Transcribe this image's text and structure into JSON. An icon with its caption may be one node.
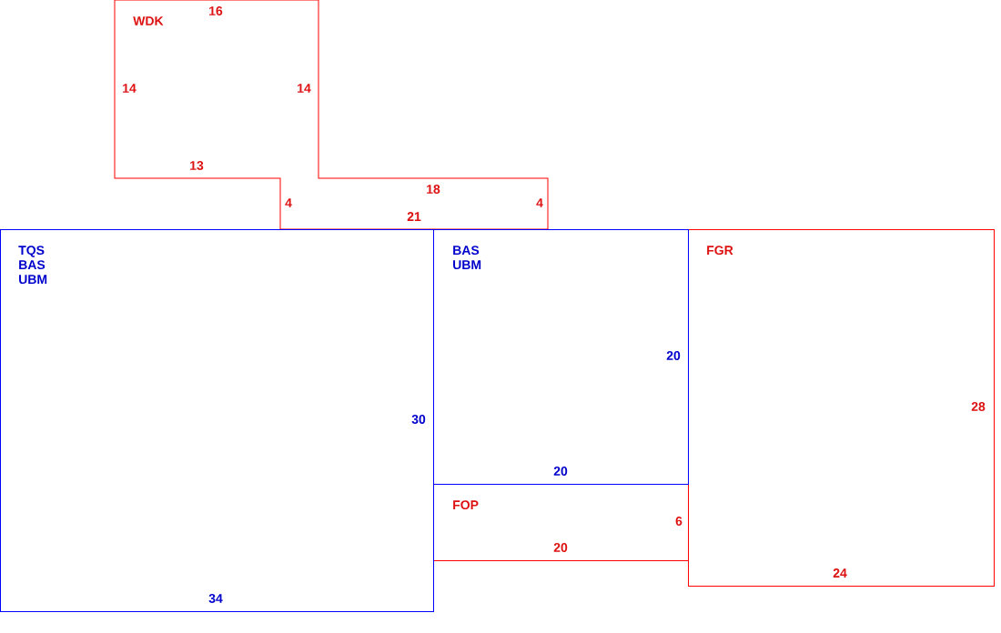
{
  "diagram": {
    "nodes": [
      {
        "text": [
          "WDK"
        ]
      },
      {
        "text": [
          "TQS BAS UBM"
        ]
      },
      {
        "text": [
          "BAS UBM"
        ]
      },
      {
        "text": [
          "FGR"
        ]
      },
      {
        "text": [
          "FOP"
        ]
      }
    ],
    "labels": [
      "16",
      "14",
      "14",
      "13",
      "18",
      "4",
      "4",
      "21",
      "20",
      "28",
      "30",
      "20",
      "6",
      "20",
      "24",
      "34"
    ]
  }
}
